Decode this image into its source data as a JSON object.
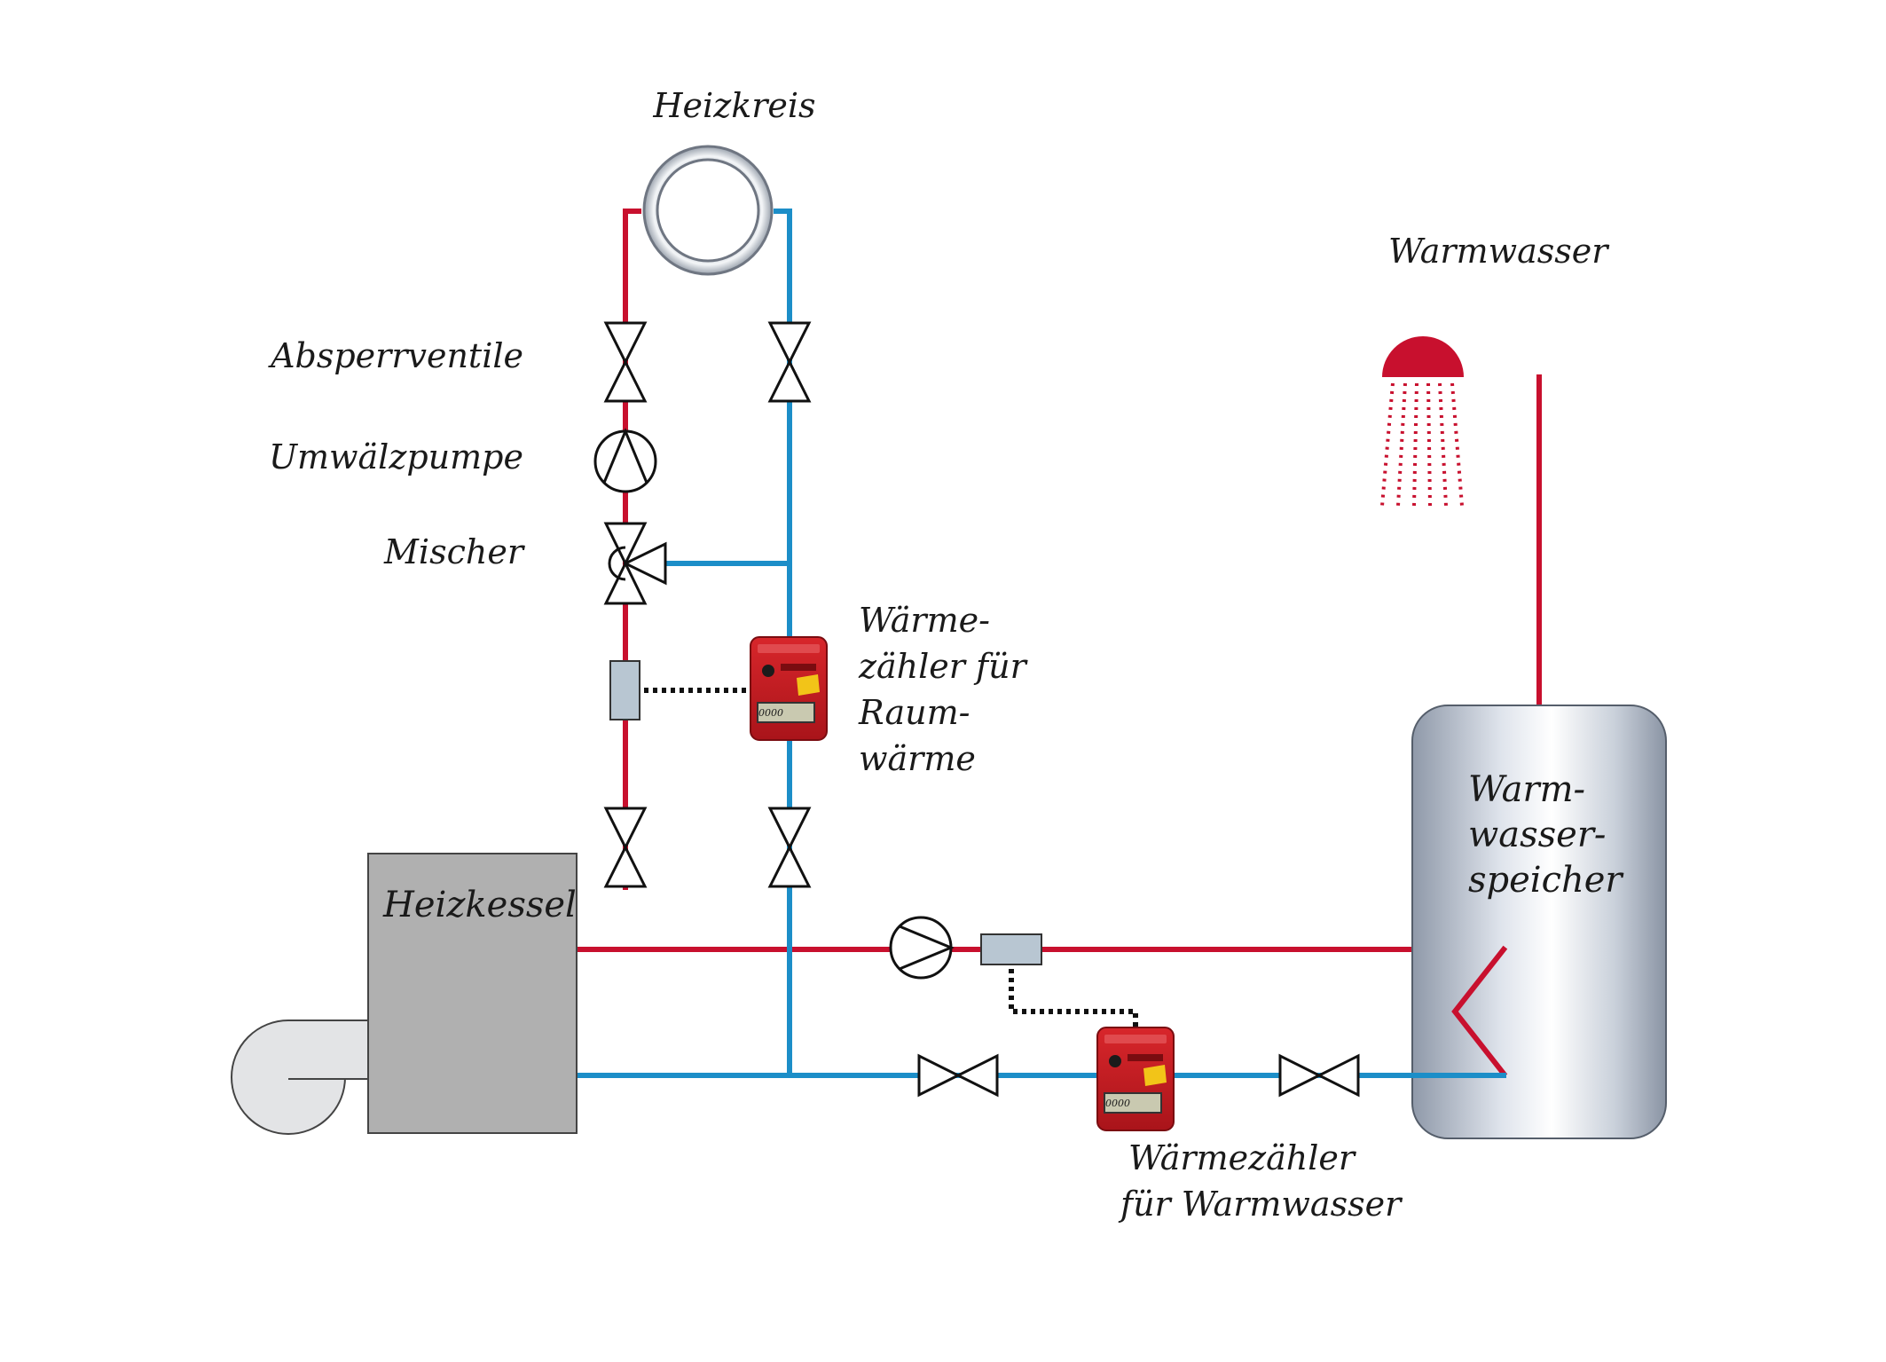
{
  "labels": {
    "heizkreis": "Heizkreis",
    "absperrventile": "Absperrventile",
    "umwaelzpumpe": "Umwälzpumpe",
    "mischer": "Mischer",
    "waermezaehler_raum": [
      "Wärme-",
      "zähler für",
      "Raum-",
      "wärme"
    ],
    "heizkessel": "Heizkessel",
    "warmwasser": "Warmwasser",
    "speicher": [
      "Warm-",
      "wasser-",
      "speicher"
    ],
    "waermezaehler_ww": [
      "Wärmezähler",
      "für Warmwasser"
    ]
  },
  "meter_display": "0000",
  "colors": {
    "flow_red": "#c8102e",
    "return_blue": "#1c8ec8",
    "boiler_gray": "#b0b0b0",
    "meter_red": "#c41a1f",
    "sensor_gray": "#b8c6d2"
  }
}
